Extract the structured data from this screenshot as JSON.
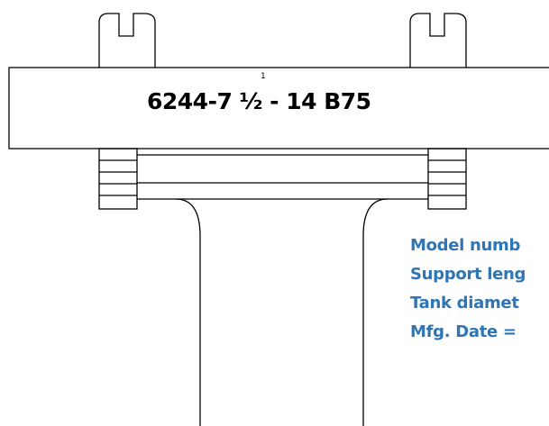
{
  "plate": {
    "footnote_marker": "1",
    "model_code": "6244-7 ½ - 14 B75"
  },
  "legend": {
    "color": "#2e75b6",
    "lines": [
      "Model numb",
      "Support leng",
      "Tank diamet",
      "Mfg. Date ="
    ]
  },
  "colors": {
    "stroke": "#000000",
    "background": "#ffffff"
  }
}
